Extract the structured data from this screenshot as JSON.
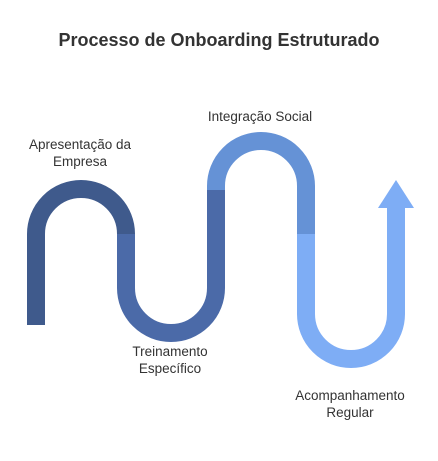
{
  "title": "Processo de Onboarding Estruturado",
  "steps": [
    {
      "line1": "Apresentação da",
      "line2": "Empresa",
      "color": "#3f5a8c"
    },
    {
      "line1": "Treinamento",
      "line2": "Específico",
      "color": "#4b6aa8"
    },
    {
      "line1": "Integração Social",
      "line2": "",
      "color": "#6592d6"
    },
    {
      "line1": "Acompanhamento",
      "line2": "Regular",
      "color": "#7eadf5"
    }
  ]
}
